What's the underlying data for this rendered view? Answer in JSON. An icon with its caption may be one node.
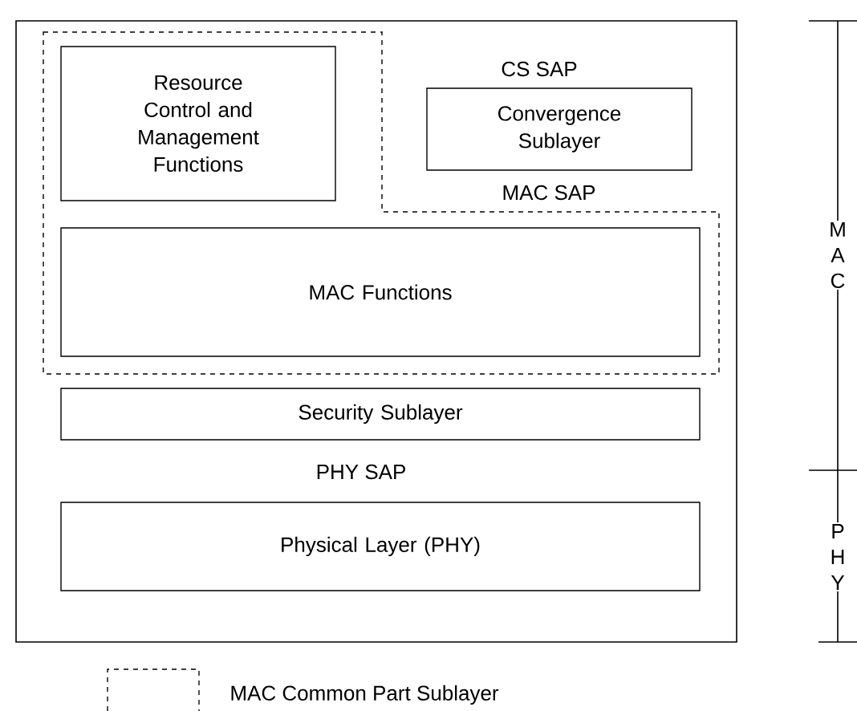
{
  "diagram": {
    "nodes": [
      {
        "text": [],
        "shape": "box"
      },
      {
        "text": [],
        "shape": "box",
        "in": 0
      },
      {
        "text": [
          "Resource Control and Management Functions"
        ],
        "in": 1
      },
      {
        "text": [
          "Convergence Sublayer"
        ],
        "in": 0
      },
      {
        "text": [
          "MAC Functions"
        ],
        "in": 1
      },
      {
        "text": [
          "Security Sublayer"
        ],
        "in": 0
      },
      {
        "text": [
          "Physical Layer (PHY)"
        ],
        "in": 0
      }
    ],
    "labels": [
      "CS SAP",
      "MAC SAP",
      "MAC",
      "PHY SAP",
      "PHY"
    ],
    "legend": [
      {
        "text": "MAC Common Part Sublayer"
      }
    ]
  }
}
